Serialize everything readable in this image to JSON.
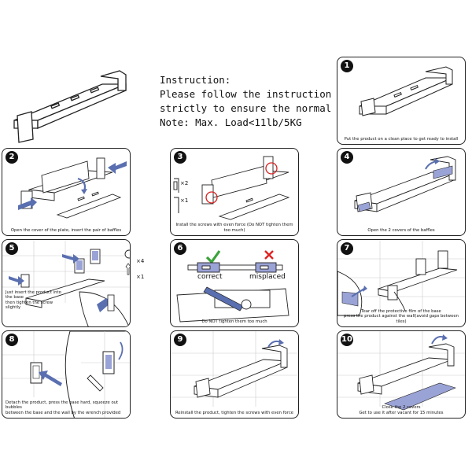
{
  "instructions": {
    "lines": [
      "Instruction:",
      "Please follow the instruction",
      "strictly to ensure the normal use.",
      "Note: Max. Load<11lb/5KG"
    ]
  },
  "steps": [
    {
      "num": "1",
      "caption_lines": [
        "Put the product on a clean place to get ready to install"
      ]
    },
    {
      "num": "2",
      "caption_lines": [
        "Open the cover of the plate, insert the pair of baffles"
      ]
    },
    {
      "num": "3",
      "caption_lines": [
        "Install the screws with even force (Do NOT tighten them too much)"
      ],
      "screw_count": "×2",
      "key_count": "×1"
    },
    {
      "num": "4",
      "caption_lines": [
        "Open the 2 covers of the baffles"
      ]
    },
    {
      "num": "5",
      "caption_lines": [
        "Just insert the product into the base",
        "then tighten the screw slightly"
      ],
      "nut_count": "×4",
      "wrench_count": "×1"
    },
    {
      "num": "6",
      "caption_lines": [
        "Do NOT tighten them too much"
      ],
      "correct_label": "correct",
      "misplaced_label": "misplaced"
    },
    {
      "num": "7",
      "caption_lines": [
        "Tear off the protective film of the base",
        "press the product against the wall(avoid gaps between tiles)"
      ]
    },
    {
      "num": "8",
      "caption_lines": [
        "Detach the product, press the base hard, squeeze out bubbles",
        "between the base and the wall by the wrench provided"
      ]
    },
    {
      "num": "9",
      "caption_lines": [
        "Reinstall the product, tighten the screws with even force"
      ]
    },
    {
      "num": "10",
      "caption_lines": [
        "Close the 2 covers",
        "Get to use it after vacant for 15 minutes"
      ]
    }
  ],
  "colors": {
    "accent": "#5a6fb0",
    "check": "#3aa33a",
    "cross": "#e02020",
    "circle": "#d81f1f",
    "line": "#222222"
  }
}
